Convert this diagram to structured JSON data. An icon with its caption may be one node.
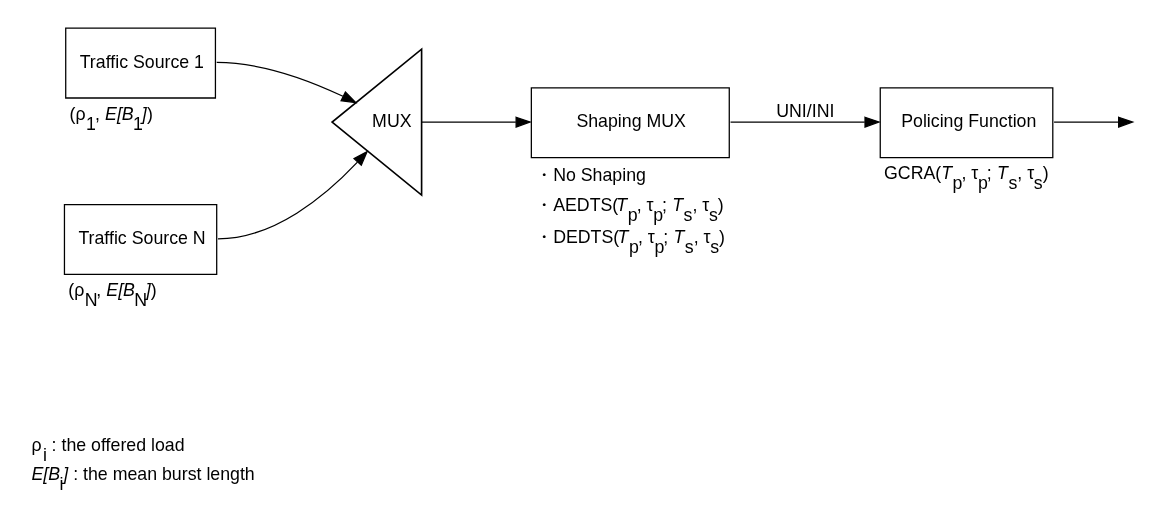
{
  "diagram": {
    "nodes": [
      {
        "text": [
          "Traffic Source 1"
        ],
        "beside": [
          "(ρ$_{1}$, *E[B*$_{1}$*]*)"
        ]
      },
      {
        "text": [
          "Traffic Source N"
        ],
        "beside": [
          "(ρ$_{N}$, *E[B*$_{N}$*]*)"
        ]
      },
      {
        "text": [
          "MUX"
        ]
      },
      {
        "text": [
          "Shaping MUX"
        ],
        "beside": [
          "・No Shaping",
          "・AEDTS(*T*$_{p}$, τ$_{p}$; *T*$_{s}$, τ$_{s}$)",
          "・DEDTS(*T*$_{p}$, τ$_{p}$; *T*$_{s}$, τ$_{s}$)"
        ]
      },
      {
        "text": [
          "Policing Function"
        ],
        "beside": [
          "GCRA(*T*$_{p}$, τ$_{p}$; *T*$_{s}$, τ$_{s}$)"
        ]
      }
    ],
    "edges": [
      {
        "from": 0,
        "to": 2,
        "arrow": "to"
      },
      {
        "from": 1,
        "to": 2,
        "arrow": "to"
      },
      {
        "from": 2,
        "to": 3,
        "arrow": "to"
      },
      {
        "from": 3,
        "to": 4,
        "arrow": "to",
        "label": "UNI/INI"
      },
      {
        "from": 4,
        "to": null,
        "arrow": "to"
      }
    ],
    "labels": [
      "ρ$_{i}$ : the offered load",
      "*E[B*$_{i}$*]* : the mean burst length"
    ]
  }
}
